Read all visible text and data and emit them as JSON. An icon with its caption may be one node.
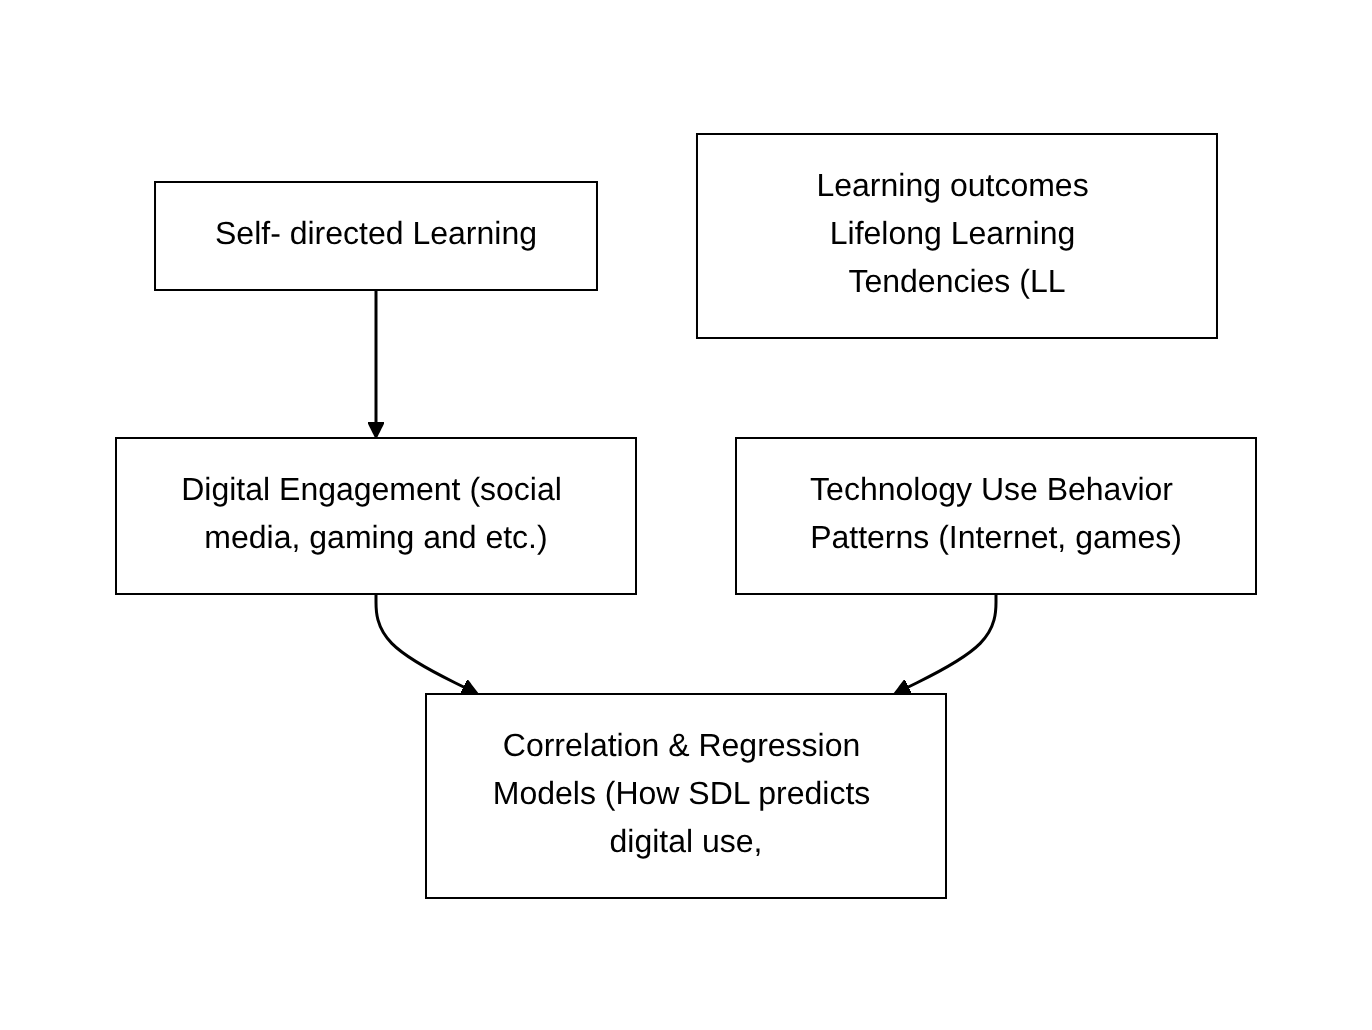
{
  "diagram": {
    "nodes": [
      {
        "text": [
          "Self- directed Learning"
        ]
      },
      {
        "text": [
          "Learning outcomes Lifelong Learning Tendencies (LL"
        ]
      },
      {
        "text": [
          "Digital Engagement (social media, gaming and etc.)"
        ]
      },
      {
        "text": [
          "Technology Use Behavior Patterns (Internet, games)"
        ]
      },
      {
        "text": [
          "Correlation & Regression Models (How SDL predicts digital use,"
        ]
      }
    ],
    "edges": [
      {
        "from": 0,
        "to": 2,
        "arrow": "to"
      },
      {
        "from": 2,
        "to": 4,
        "arrow": "to"
      },
      {
        "from": 3,
        "to": 4,
        "arrow": "to"
      }
    ]
  }
}
